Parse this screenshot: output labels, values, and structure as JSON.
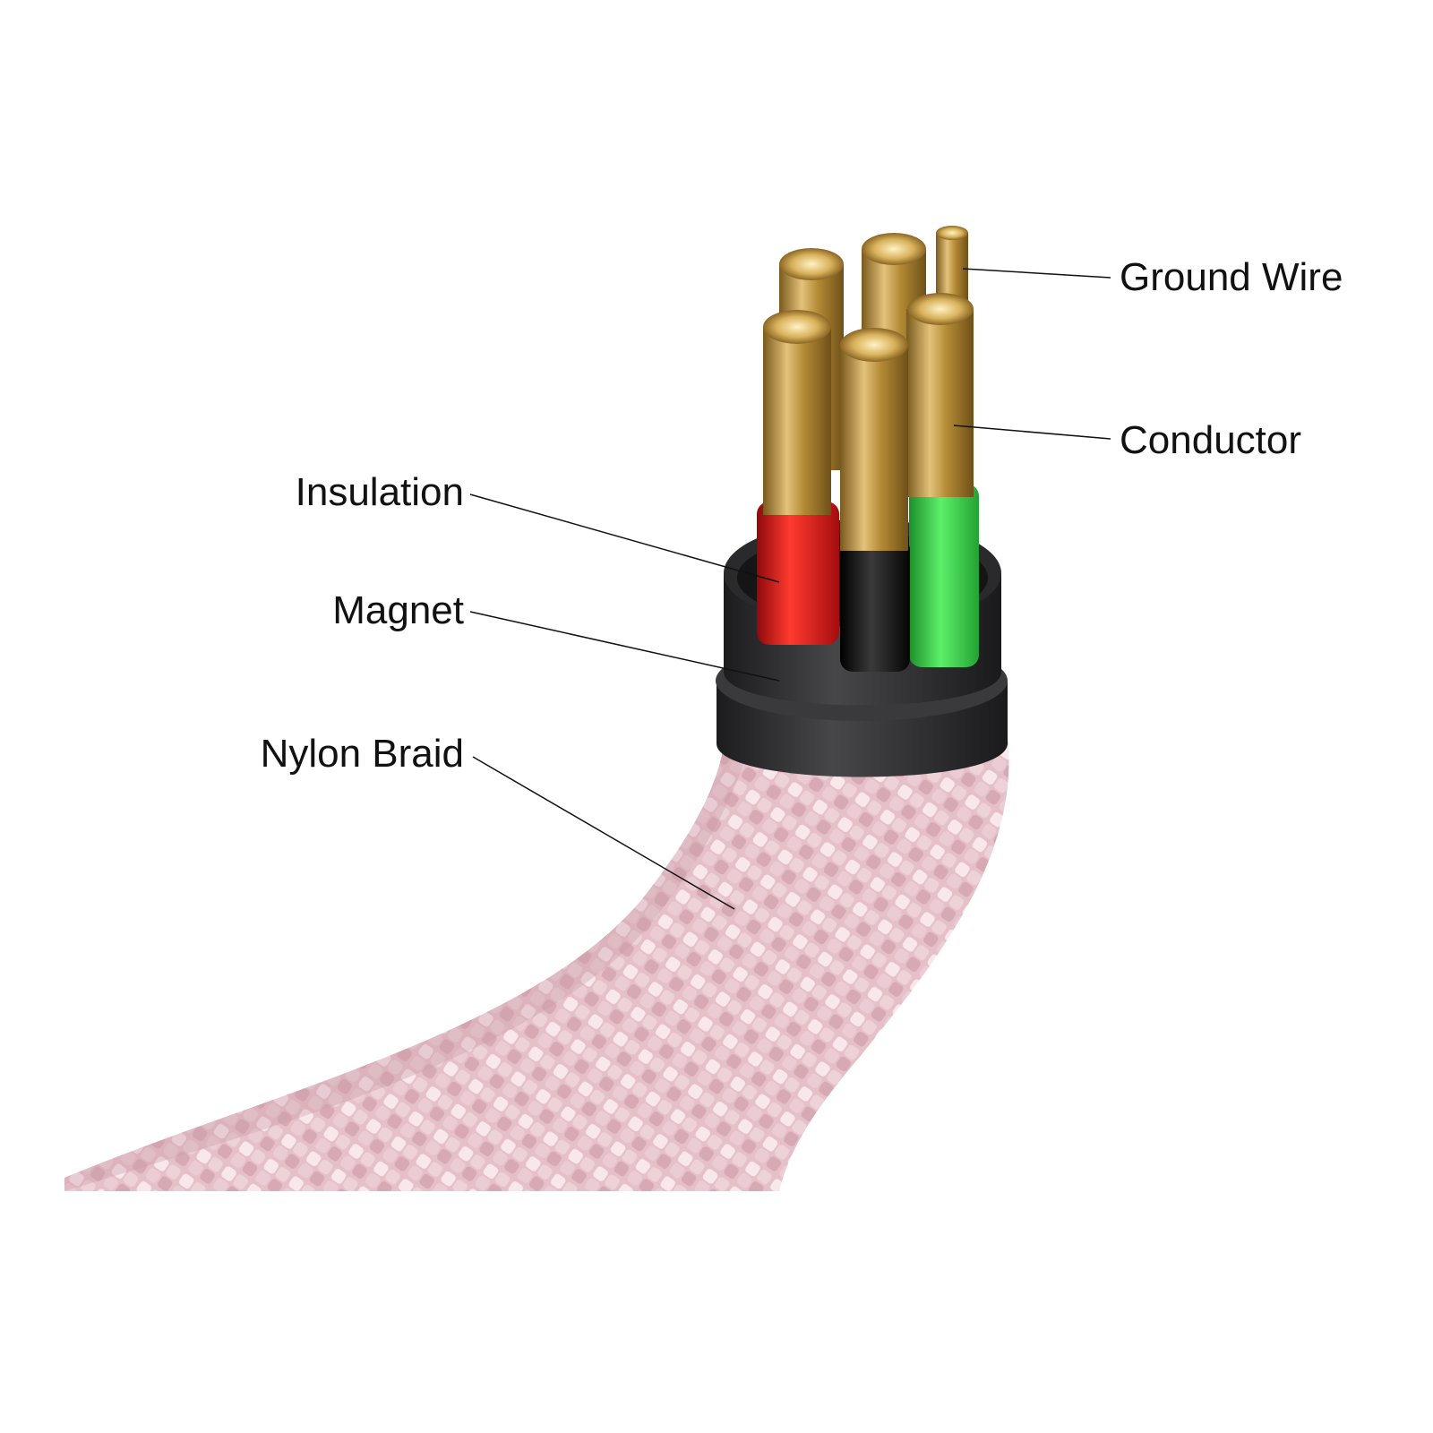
{
  "labels": {
    "ground_wire": "Ground Wire",
    "conductor": "Conductor",
    "insulation": "Insulation",
    "magnet": "Magnet",
    "nylon_braid": "Nylon Braid"
  },
  "colors": {
    "braid_base": "#e8c3cc",
    "braid_light": "#f7e6ea",
    "magnet": "#2f2f31",
    "insulation_red": "#e0171b",
    "insulation_black": "#111111",
    "insulation_green": "#39d64a",
    "copper": "#c9a14a",
    "leader_line": "#111111"
  }
}
